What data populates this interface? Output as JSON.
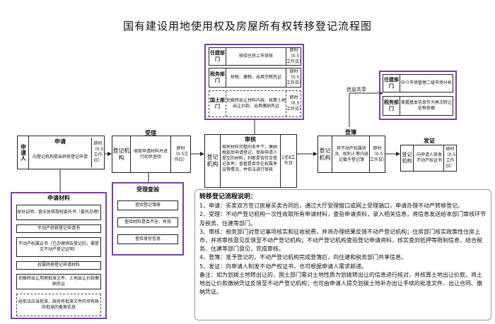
{
  "title": "国有建设用地使用权及房屋所有权转移登记流程图",
  "applicant": {
    "label": "申请人",
    "step": "申请",
    "desc": "向登记机构提出转移登记申请",
    "time": "即时（0.5工作日）"
  },
  "accept": {
    "org": "登记机构",
    "step": "受理",
    "desc": "收取申请材料并进行初步查验",
    "time": "即时（0.5工作日）"
  },
  "review": {
    "org": "登记机构",
    "step": "审核",
    "desc": "相关材料完整的条件下，缴纳税款后申请登记，审核申请人提交的材料；判断是否符合登记条件；查看是否存在权属争议等情况，并依法进行审核",
    "time": "1至8工作日"
  },
  "register": {
    "org": "登记机构",
    "step": "登簿",
    "desc": "将不动产权属状况、权利人等内容记载于登记簿",
    "time": "即时（0.5工作日）"
  },
  "issue": {
    "org": "登记机构",
    "step": "发证",
    "desc": "向申请人核发不动产权证书",
    "time": "即时（0.5工作日）"
  },
  "top_depts": [
    {
      "dept": "住建部门",
      "task": "核验住房上市审核",
      "time": "即时（0.5工作日）"
    },
    {
      "dept": "税务部门",
      "task": "核税、缴税、出具完税凭证",
      "time": "即时（0.5工作日）"
    },
    {
      "dept": "国土部门",
      "task": "划拨转出让材料内容、核算土地出让价款、出具缴纳凭证",
      "time": "即时（0.5工作日）"
    }
  ],
  "share": {
    "label": "信息共享",
    "items": [
      {
        "dept": "住建部门",
        "task": "中介市场管理二级市场分析"
      },
      {
        "dept": "税务部门",
        "task": "掌握基本信息作为再次转让征税依据"
      }
    ]
  },
  "materials": {
    "title": "申请材料",
    "items": [
      "身份证明、营业执照授权委托书（委托办理）",
      "不动产转移登记申请书",
      "不动产权属证书（已办理预告登记的，需提交不动产登记证明）",
      "权属转移登记申请材料",
      "划拨转出让用地批准文件、土地出让价款缴纳凭证",
      "经依法应当批准，政府有批准文件的须有政府批准的备案信息"
    ]
  },
  "check": {
    "title": "受理查验",
    "items": [
      "查验登记簿册",
      "查验材料是否齐全、有效",
      "查验身份信息"
    ]
  },
  "notes": {
    "heading": "转移登记流程说明：",
    "lines": [
      "1、申请：买卖双方签订房屋买卖合同后，通过大厅受理窗口或网上受理端口，申请办理不动产转移登记。",
      "2、受理：不动产登记机构一次性收取所有申请材料，查验申请资料，录入相关信息，将信息发送给本部门审核环节及税务、住建等部门。",
      "3、审核：税务部门对登记事项核实和征收税费，并将办理结果反馈不动产登记机构；住房部门核实政策性住房上市，并将审核意见反馈至不动产登记机构；不动产登记机构查验登记申请资料，核实查封抵押等限制信息，结合税务、住建等部门意见，完成审核。",
      "4、登簿：准予登记的，不动产登记机构完成登簿后，向住建和税务部门共享信息。",
      "5、发证：向申请人制发不动产权证书，也可根据申请人需求邮递。",
      "备注：如为划拨土地转出让的，国土部门需对土地性质为划拨转出让的信息进行核对，并核算土地出让价款，将土地出让价款缴纳凭证反馈至不动产登记机构；也可由申请人提交划拨土地补办出让手续的批准文件、出让合同、缴纳凭证。"
    ]
  },
  "colors": {
    "accent": "#7b3fa0"
  }
}
